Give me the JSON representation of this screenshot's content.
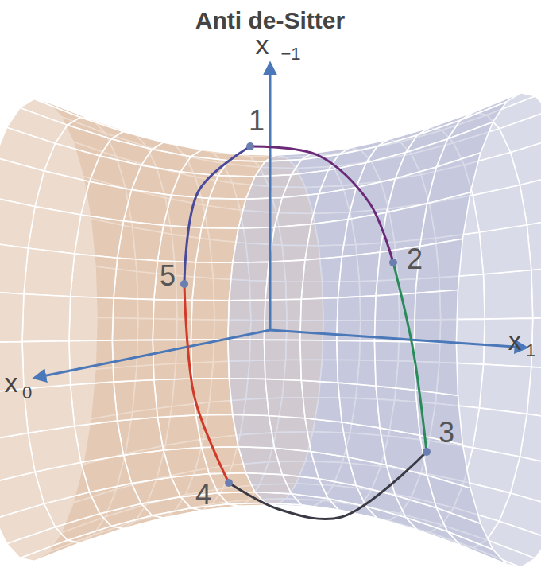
{
  "diagram": {
    "title": "Anti de-Sitter",
    "labels": [
      "1",
      "2",
      "3",
      "4",
      "5",
      "x",
      "−1",
      "x",
      "0",
      "x",
      "1"
    ]
  }
}
